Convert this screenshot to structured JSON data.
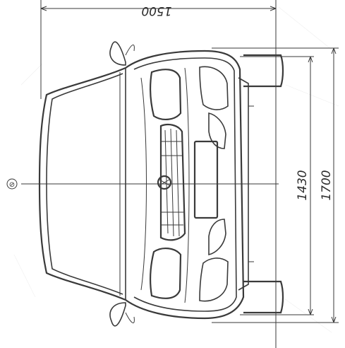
{
  "dimensions": {
    "width_top": "1500",
    "track_inner": "1430",
    "width_right": "1700"
  },
  "center_mark": {
    "symbol": "⊘"
  }
}
